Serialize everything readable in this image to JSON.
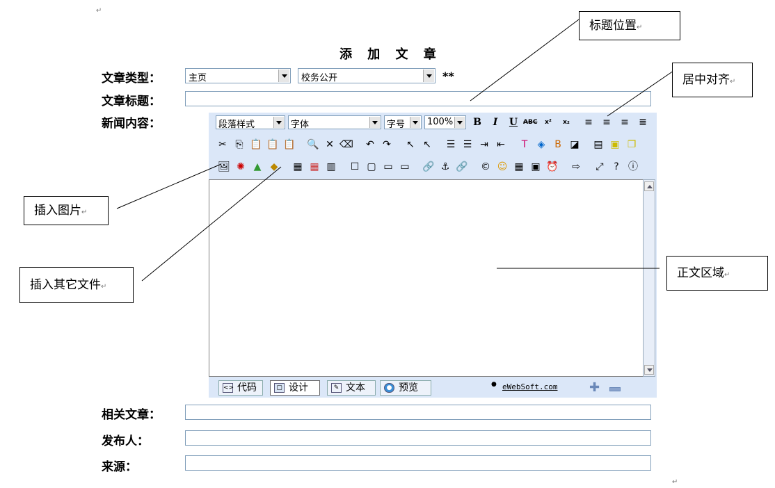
{
  "page_title": "添 加 文 章",
  "paragraph_mark": "↵",
  "form": {
    "article_type_label": "文章类型：",
    "article_type_value": "主页",
    "article_subtype_value": "校务公开",
    "required_marker": "**",
    "article_title_label": "文章标题：",
    "news_content_label": "新闻内容：",
    "related_label": "相关文章：",
    "publisher_label": "发布人：",
    "source_label": "来源："
  },
  "editor": {
    "paragraph_style": "段落样式",
    "font": "字体",
    "font_size": "字号",
    "zoom": "100%",
    "bold": "B",
    "italic": "I",
    "underline": "U",
    "strike": "ABC",
    "superscript": "x²",
    "subscript": "x₂",
    "modes": {
      "code": "代码",
      "design": "设计",
      "text": "文本",
      "preview": "预览"
    },
    "brand": "eWebSoft.com"
  },
  "callouts": {
    "title_position": "标题位置",
    "center_align": "居中对齐",
    "insert_image": "插入图片",
    "insert_other_file": "插入其它文件",
    "body_area": "正文区域"
  }
}
